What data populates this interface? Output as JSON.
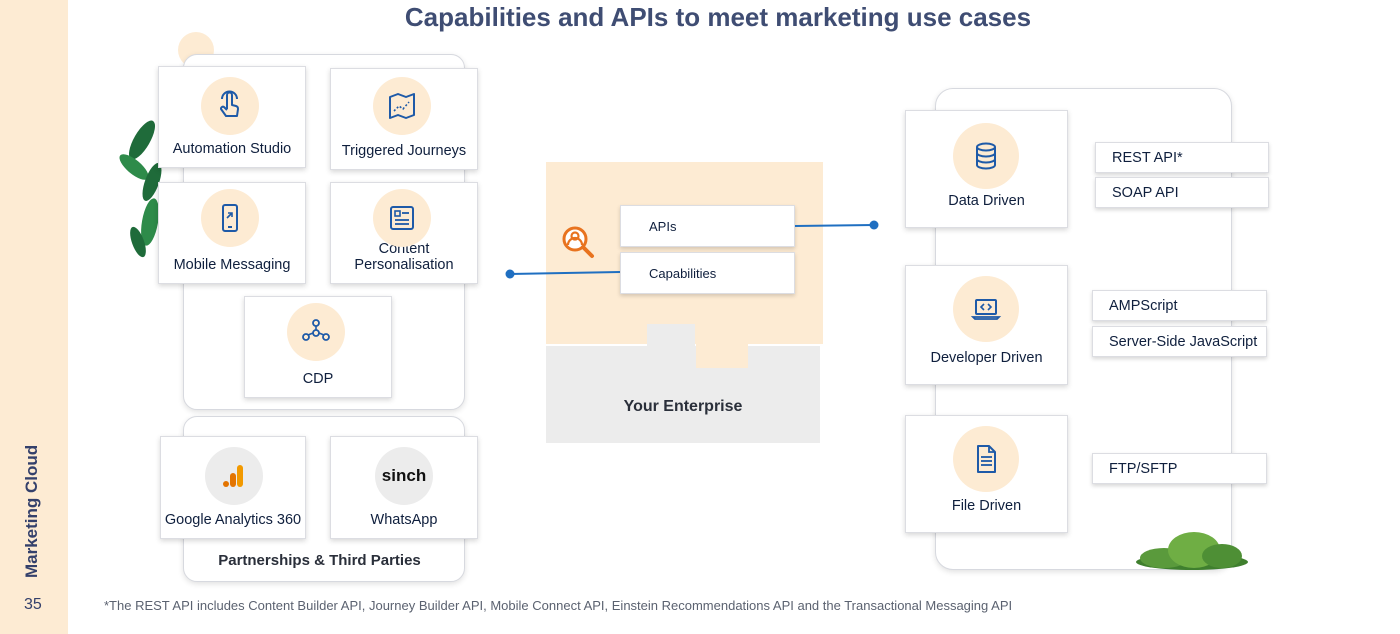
{
  "sidebar": {
    "brand": "Marketing Cloud",
    "page_number": "35"
  },
  "title": "Capabilities and APIs to meet marketing use cases",
  "left": {
    "capabilities": [
      {
        "label": "Automation Studio",
        "icon": "hand-pointer-icon"
      },
      {
        "label": "Triggered Journeys",
        "icon": "map-route-icon"
      },
      {
        "label": "Mobile Messaging",
        "icon": "mobile-phone-icon"
      },
      {
        "label": "Content\nPersonalisation",
        "icon": "content-list-icon"
      },
      {
        "label": "CDP",
        "icon": "people-network-icon"
      }
    ],
    "partners": [
      {
        "label": "Google Analytics 360",
        "icon": "google-analytics-icon"
      },
      {
        "label": "WhatsApp",
        "icon": "sinch-logo",
        "logo_text": "sinch"
      }
    ],
    "partners_title": "Partnerships & Third Parties"
  },
  "center": {
    "items": [
      "APIs",
      "Capabilities"
    ],
    "enterprise_label": "Your Enterprise",
    "icon": "search-person-icon"
  },
  "right": {
    "groups": [
      {
        "label": "Data Driven",
        "icon": "database-icon",
        "apis": [
          "REST API*",
          "SOAP API"
        ]
      },
      {
        "label": "Developer Driven",
        "icon": "laptop-code-icon",
        "apis": [
          "AMPScript",
          "Server-Side JavaScript"
        ]
      },
      {
        "label": "File Driven",
        "icon": "document-icon",
        "apis": [
          "FTP/SFTP"
        ]
      }
    ]
  },
  "footnote": "*The REST API includes Content Builder API, Journey Builder API, Mobile Connect API, Einstein Recommendations API and the Transactional Messaging API",
  "colors": {
    "accent_peach": "#fdebd3",
    "navy": "#1f2a44",
    "title_blue": "#3f4d73",
    "connector_blue": "#1f6fc1",
    "icon_blue": "#1e5aa8",
    "search_orange": "#e8731f"
  }
}
